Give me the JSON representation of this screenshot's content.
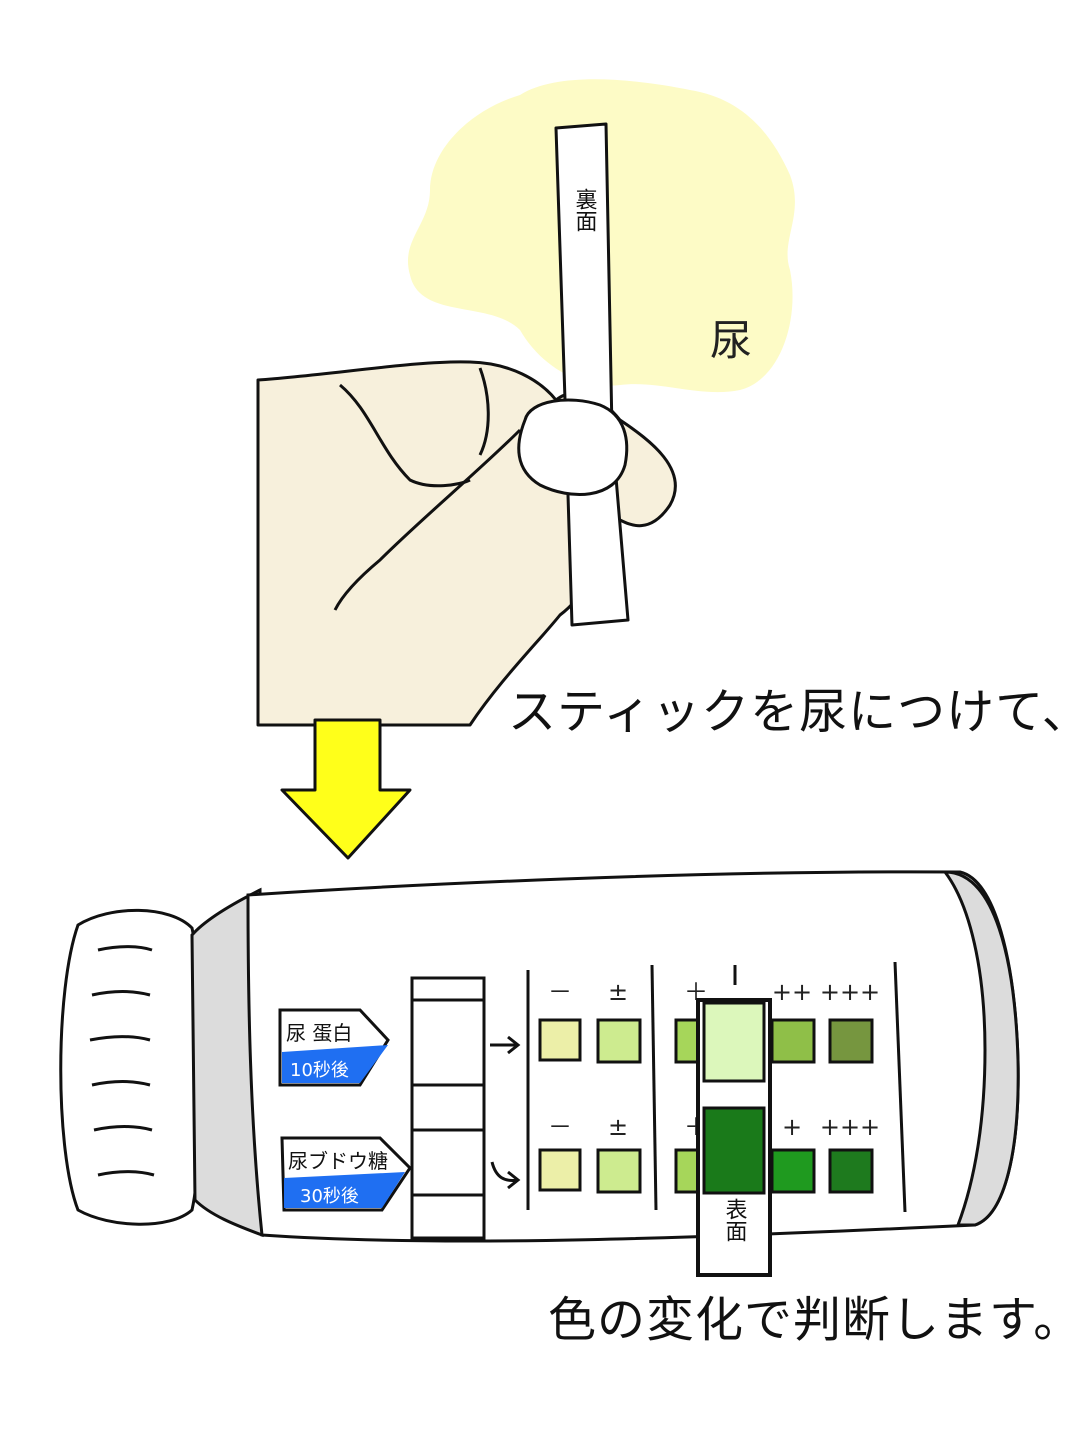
{
  "top_scene": {
    "stick_back_label": "裏面",
    "urine_label": "尿",
    "caption": "スティックを尿につけて、"
  },
  "bottle": {
    "rows": [
      {
        "test_name": "尿 蛋白",
        "timing": "10秒後",
        "grades": [
          "－",
          "±",
          "＋",
          "++",
          "+++"
        ],
        "swatch_colors": [
          "#ecefa8",
          "#cdeb8f",
          "#a6d65a",
          "#8fbf48",
          "#76963f"
        ]
      },
      {
        "test_name": "尿ブドウ糖",
        "timing": "30秒後",
        "grades": [
          "－",
          "±",
          "＋",
          "+",
          "+++"
        ],
        "swatch_colors": [
          "#ecefa8",
          "#cdeb8f",
          "#a6d65a",
          "#1f9a1f",
          "#1e7a1e"
        ]
      }
    ],
    "stick_front_label": "表面",
    "stick_pad_colors": [
      "#dcf7bb",
      "#1a7a1a"
    ]
  },
  "arrow_color": "#ffff1a",
  "urine_color": "#fdfbc6",
  "skin_color": "#f7f0dc",
  "label_blue": "#1f6ff2",
  "bottom_caption": "色の変化で判断します。"
}
